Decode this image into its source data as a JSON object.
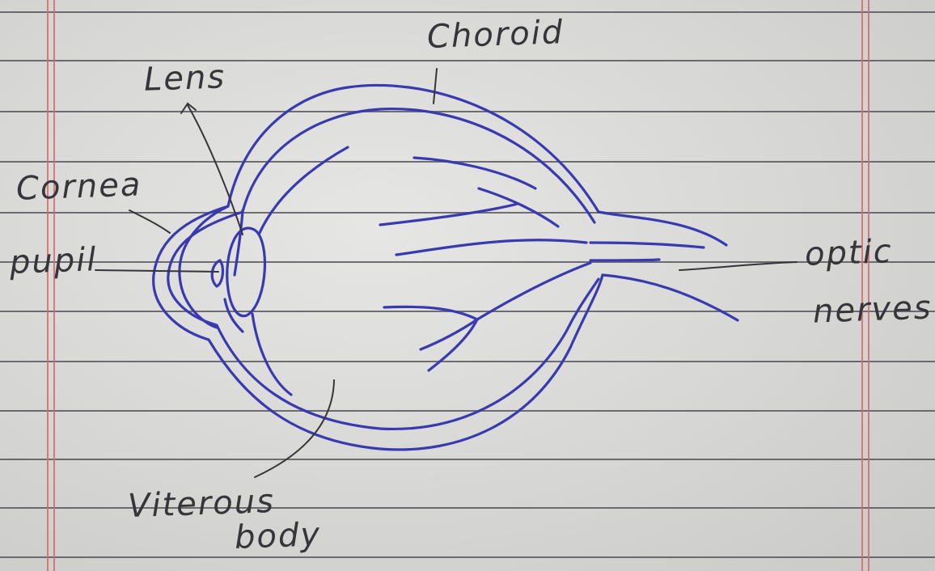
{
  "paper": {
    "rule_color": "#4d4d52",
    "margin_color": "#d9666b",
    "ink_color": "#3a3ab0",
    "pencil_color": "#35353a"
  },
  "labels": {
    "choroid": "Choroid",
    "lens": "Lens",
    "cornea": "Cornea",
    "pupil": "pupil",
    "optic_line1": "optic",
    "optic_line2": "nerves",
    "vitreous_line1": "Viterous",
    "vitreous_line2": "body"
  }
}
